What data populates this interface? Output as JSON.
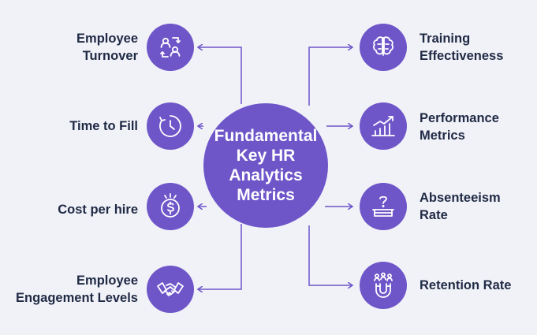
{
  "center": {
    "lines": [
      "Fundamental",
      "Key HR",
      "Analytics",
      "Metrics"
    ]
  },
  "left_metrics": [
    {
      "lines": [
        "Employee",
        "Turnover"
      ],
      "icon": "turnover-icon"
    },
    {
      "lines": [
        "Time to Fill"
      ],
      "icon": "clock-icon"
    },
    {
      "lines": [
        "Cost per hire"
      ],
      "icon": "dollar-coin-icon"
    },
    {
      "lines": [
        "Employee",
        "Engagement Levels"
      ],
      "icon": "handshake-icon"
    }
  ],
  "right_metrics": [
    {
      "lines": [
        "Training",
        "Effectiveness"
      ],
      "icon": "brain-icon"
    },
    {
      "lines": [
        "Performance",
        "Metrics"
      ],
      "icon": "growth-chart-icon"
    },
    {
      "lines": [
        "Absenteeism",
        "Rate"
      ],
      "icon": "empty-seat-question-icon"
    },
    {
      "lines": [
        "Retention Rate"
      ],
      "icon": "magnet-people-icon"
    }
  ],
  "colors": {
    "accent": "#6e56c9",
    "connector": "#6e56c9",
    "text": "#1f2a44",
    "background": "#f1f1f8"
  }
}
